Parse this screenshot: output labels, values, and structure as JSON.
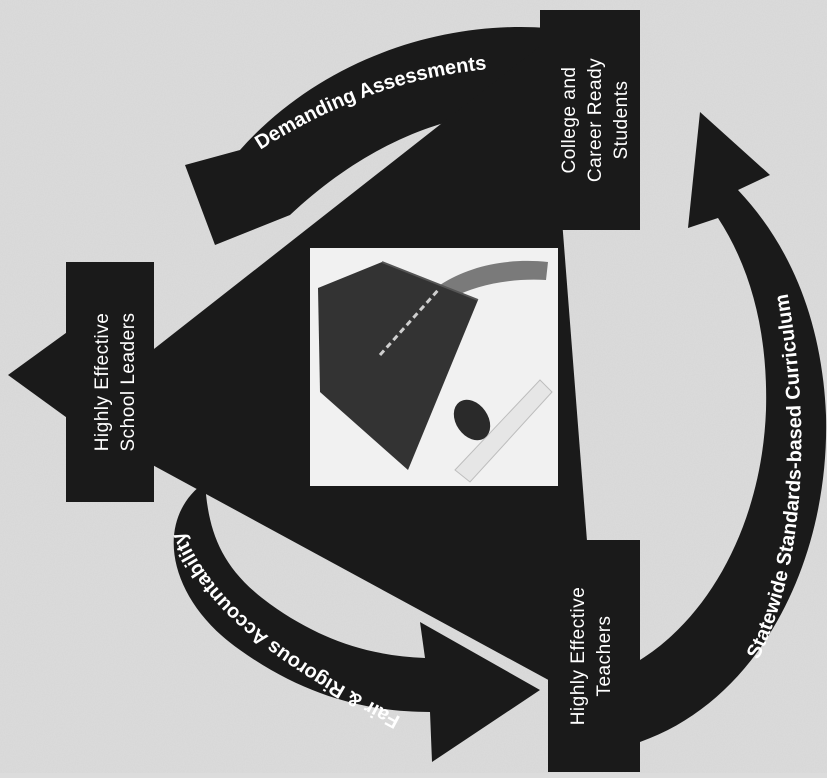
{
  "diagram": {
    "nodes": {
      "college_career_ready": [
        "College and",
        "Career Ready",
        "Students"
      ],
      "school_leaders": [
        "Highly Effective",
        "School Leaders"
      ],
      "teachers": [
        "Highly Effective",
        "Teachers"
      ]
    },
    "arrows": {
      "assessments": "Demanding Assessments",
      "curriculum": "Statewide Standards-based Curriculum",
      "accountability": "Fair & Rigorous Accountability"
    }
  },
  "colors": {
    "background": "#dcdcdc",
    "shape_fill": "#1a1a1a",
    "label_text": "#ffffff",
    "photo_bg": "#f1f1f1",
    "cap": "#333333"
  },
  "photo": {
    "subject": "graduation-cap-icon"
  }
}
